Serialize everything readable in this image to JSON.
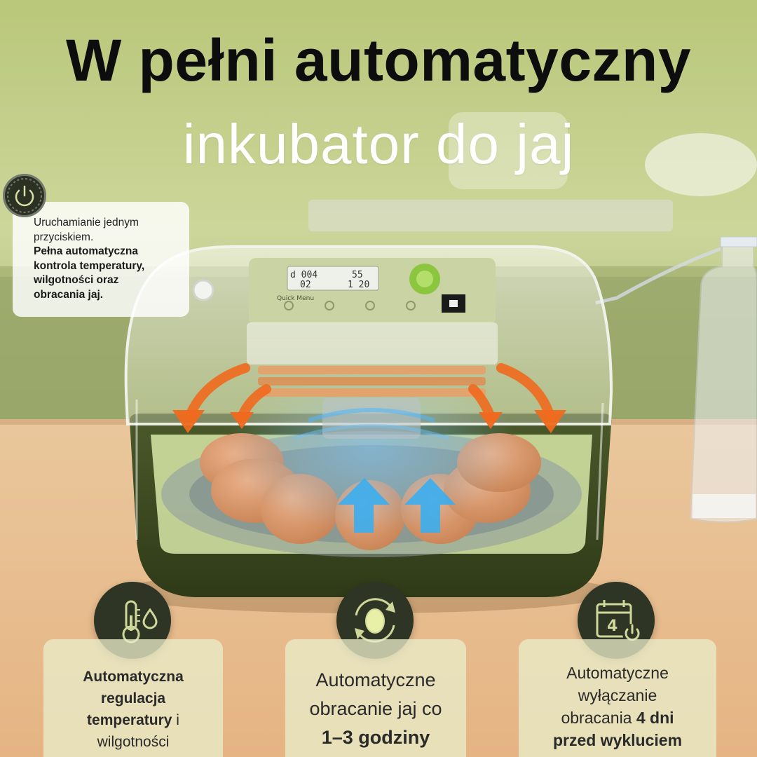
{
  "headline": {
    "line1": "W pełni automatyczny",
    "line2": "inkubator do jaj"
  },
  "callout": {
    "line1": "Uruchamianie jednym",
    "line2": "przyciskiem.",
    "bold1": "Pełna automatyczna",
    "bold2": "kontrola temperatury,",
    "bold3": "wilgotności oraz",
    "bold4": "obracania jaj."
  },
  "device_display": {
    "row1_left": "d 004",
    "row1_right": "55",
    "row2_left": "02",
    "row2_right": "1 20"
  },
  "panel_label": "Quick Menu",
  "features": [
    {
      "bold1": "Automatyczna",
      "bold2": "regulacja",
      "bold3": "temperatury",
      "text1": "i",
      "text2": "wilgotności"
    },
    {
      "text1": "Automatyczne",
      "text2": "obracanie jaj co",
      "bold1": "1–3 godziny"
    },
    {
      "text1": "Automatyczne",
      "text2": "wyłączanie",
      "text3": "obracania",
      "bold1": "4 dni",
      "bold2": "przed wykluciem"
    }
  ],
  "calendar_number": "4",
  "colors": {
    "badge": "#2e3524",
    "icon_stroke": "#cfd89a",
    "shell_green": "#3f4a24",
    "heat_arrow": "#f06a1e",
    "air_arrow": "#3aaef0",
    "egg": "#d9936a"
  },
  "icons": [
    "power-icon",
    "thermometer-icon",
    "water-drop-icon",
    "egg-rotation-icon",
    "calendar-power-icon"
  ]
}
